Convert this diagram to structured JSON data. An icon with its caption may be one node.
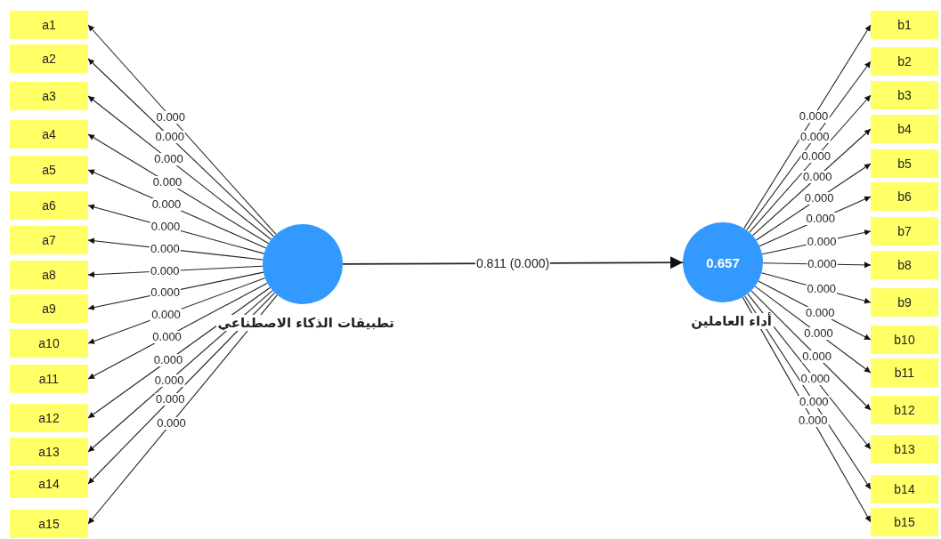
{
  "diagram": {
    "nodes": [
      {
        "text": [
          "a1"
        ]
      },
      {
        "text": [
          "a2"
        ]
      },
      {
        "text": [
          "a3"
        ]
      },
      {
        "text": [
          "a4"
        ]
      },
      {
        "text": [
          "a5"
        ]
      },
      {
        "text": [
          "a6"
        ]
      },
      {
        "text": [
          "a7"
        ]
      },
      {
        "text": [
          "a8"
        ]
      },
      {
        "text": [
          "a9"
        ]
      },
      {
        "text": [
          "a10"
        ]
      },
      {
        "text": [
          "a11"
        ]
      },
      {
        "text": [
          "a12"
        ]
      },
      {
        "text": [
          "a13"
        ]
      },
      {
        "text": [
          "a14"
        ]
      },
      {
        "text": [
          "a15"
        ]
      },
      {
        "text": [
          "تطبيقات الذكاء الاصطناعي"
        ]
      },
      {
        "text": [
          "0.657",
          "أداء العاملين"
        ]
      },
      {
        "text": [
          "b1"
        ]
      },
      {
        "text": [
          "b2"
        ]
      },
      {
        "text": [
          "b3"
        ]
      },
      {
        "text": [
          "b4"
        ]
      },
      {
        "text": [
          "b5"
        ]
      },
      {
        "text": [
          "b6"
        ]
      },
      {
        "text": [
          "b7"
        ]
      },
      {
        "text": [
          "b8"
        ]
      },
      {
        "text": [
          "b9"
        ]
      },
      {
        "text": [
          "b10"
        ]
      },
      {
        "text": [
          "b11"
        ]
      },
      {
        "text": [
          "b12"
        ]
      },
      {
        "text": [
          "b13"
        ]
      },
      {
        "text": [
          "b14"
        ]
      },
      {
        "text": [
          "b15"
        ]
      }
    ],
    "edges": [
      {
        "from": 15,
        "to": 0,
        "arrow": "to",
        "label": "0.000"
      },
      {
        "from": 15,
        "to": 1,
        "arrow": "to",
        "label": "0.000"
      },
      {
        "from": 15,
        "to": 2,
        "arrow": "to",
        "label": "0.000"
      },
      {
        "from": 15,
        "to": 3,
        "arrow": "to",
        "label": "0.000"
      },
      {
        "from": 15,
        "to": 4,
        "arrow": "to",
        "label": "0.000"
      },
      {
        "from": 15,
        "to": 5,
        "arrow": "to",
        "label": "0.000"
      },
      {
        "from": 15,
        "to": 6,
        "arrow": "to",
        "label": "0.000"
      },
      {
        "from": 15,
        "to": 7,
        "arrow": "to",
        "label": "0.000"
      },
      {
        "from": 15,
        "to": 8,
        "arrow": "to",
        "label": "0.000"
      },
      {
        "from": 15,
        "to": 9,
        "arrow": "to",
        "label": "0.000"
      },
      {
        "from": 15,
        "to": 10,
        "arrow": "to",
        "label": "0.000"
      },
      {
        "from": 15,
        "to": 11,
        "arrow": "to",
        "label": "0.000"
      },
      {
        "from": 15,
        "to": 12,
        "arrow": "to",
        "label": "0.000"
      },
      {
        "from": 15,
        "to": 13,
        "arrow": "to",
        "label": "0.000"
      },
      {
        "from": 15,
        "to": 14,
        "arrow": "to",
        "label": "0.000"
      },
      {
        "from": 15,
        "to": 16,
        "arrow": "to",
        "label": "0.811 (0.000)"
      },
      {
        "from": 16,
        "to": 17,
        "arrow": "to",
        "label": "0.000"
      },
      {
        "from": 16,
        "to": 18,
        "arrow": "to",
        "label": "0.000"
      },
      {
        "from": 16,
        "to": 19,
        "arrow": "to",
        "label": "0.000"
      },
      {
        "from": 16,
        "to": 20,
        "arrow": "to",
        "label": "0.000"
      },
      {
        "from": 16,
        "to": 21,
        "arrow": "to",
        "label": "0.000"
      },
      {
        "from": 16,
        "to": 22,
        "arrow": "to",
        "label": "0.000"
      },
      {
        "from": 16,
        "to": 23,
        "arrow": "to",
        "label": "0.000"
      },
      {
        "from": 16,
        "to": 24,
        "arrow": "to",
        "label": "0.000"
      },
      {
        "from": 16,
        "to": 25,
        "arrow": "to",
        "label": "0.000"
      },
      {
        "from": 16,
        "to": 26,
        "arrow": "to",
        "label": "0.000"
      },
      {
        "from": 16,
        "to": 27,
        "arrow": "to",
        "label": "0.000"
      },
      {
        "from": 16,
        "to": 28,
        "arrow": "to",
        "label": "0.000"
      },
      {
        "from": 16,
        "to": 29,
        "arrow": "to",
        "label": "0.000"
      },
      {
        "from": 16,
        "to": 30,
        "arrow": "to",
        "label": "0.000"
      },
      {
        "from": 16,
        "to": 31,
        "arrow": "to",
        "label": "0.000"
      }
    ]
  }
}
